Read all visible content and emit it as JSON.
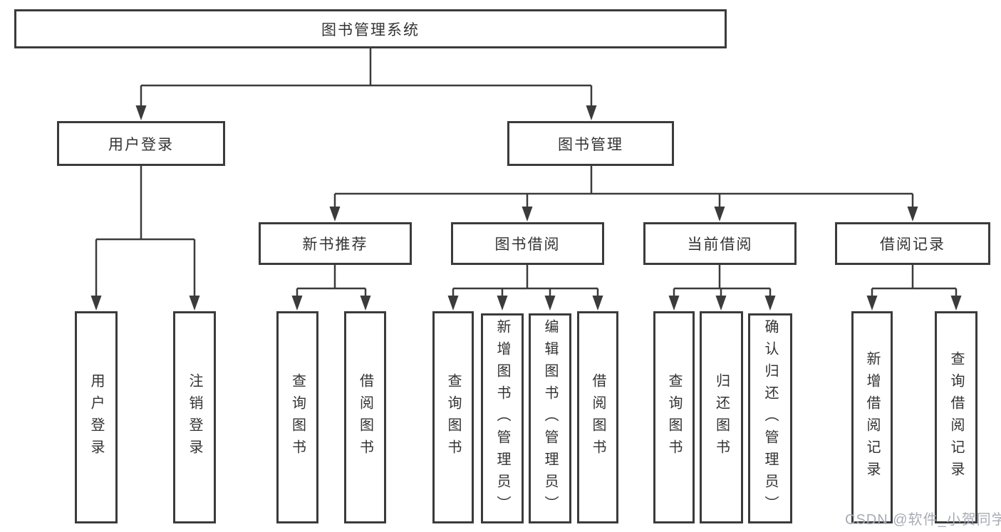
{
  "diagram": {
    "root": {
      "label": "图书管理系统"
    },
    "level2": [
      {
        "id": "user-login",
        "label": "用户登录"
      },
      {
        "id": "book-management",
        "label": "图书管理"
      }
    ],
    "level3": [
      {
        "id": "new-book-recommend",
        "parent": "图书管理",
        "label": "新书推荐"
      },
      {
        "id": "book-borrow",
        "parent": "图书管理",
        "label": "图书借阅"
      },
      {
        "id": "current-borrow",
        "parent": "图书管理",
        "label": "当前借阅"
      },
      {
        "id": "borrow-records",
        "parent": "图书管理",
        "label": "借阅记录"
      }
    ],
    "leaves": [
      {
        "parent": "用户登录",
        "label": "用户登录"
      },
      {
        "parent": "用户登录",
        "label": "注销登录"
      },
      {
        "parent": "新书推荐",
        "label": "查询图书"
      },
      {
        "parent": "新书推荐",
        "label": "借阅图书"
      },
      {
        "parent": "图书借阅",
        "label": "查询图书"
      },
      {
        "parent": "图书借阅",
        "label": "新增图书（管理员）"
      },
      {
        "parent": "图书借阅",
        "label": "编辑图书（管理员）"
      },
      {
        "parent": "图书借阅",
        "label": "借阅图书"
      },
      {
        "parent": "当前借阅",
        "label": "查询图书"
      },
      {
        "parent": "当前借阅",
        "label": "归还图书"
      },
      {
        "parent": "当前借阅",
        "label": "确认归还（管理员）"
      },
      {
        "parent": "借阅记录",
        "label": "新增借阅记录"
      },
      {
        "parent": "借阅记录",
        "label": "查询借阅记录"
      }
    ],
    "watermark": "CSDN @软件_小贺同学",
    "colors": {
      "line": "#3b3b3b",
      "text": "#333333",
      "background": "#ffffff",
      "watermark": "#a7acb4"
    }
  }
}
